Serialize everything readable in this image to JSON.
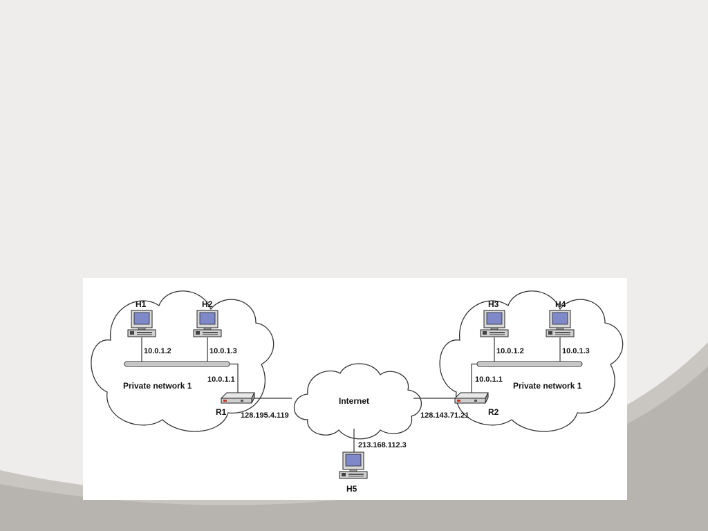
{
  "diagram": {
    "left_network": {
      "label": "Private network 1",
      "hosts": [
        {
          "name": "H1",
          "ip": "10.0.1.2"
        },
        {
          "name": "H2",
          "ip": "10.0.1.3"
        }
      ],
      "router": {
        "name": "R1",
        "inside_ip": "10.0.1.1",
        "outside_ip": "128.195.4.119"
      }
    },
    "right_network": {
      "label": "Private network 1",
      "hosts": [
        {
          "name": "H3",
          "ip": "10.0.1.2"
        },
        {
          "name": "H4",
          "ip": "10.0.1.3"
        }
      ],
      "router": {
        "name": "R2",
        "inside_ip": "10.0.1.1",
        "outside_ip": "128.143.71.21"
      }
    },
    "internet": {
      "label": "Internet",
      "host": {
        "name": "H5",
        "ip": "213.168.112.3"
      }
    }
  }
}
